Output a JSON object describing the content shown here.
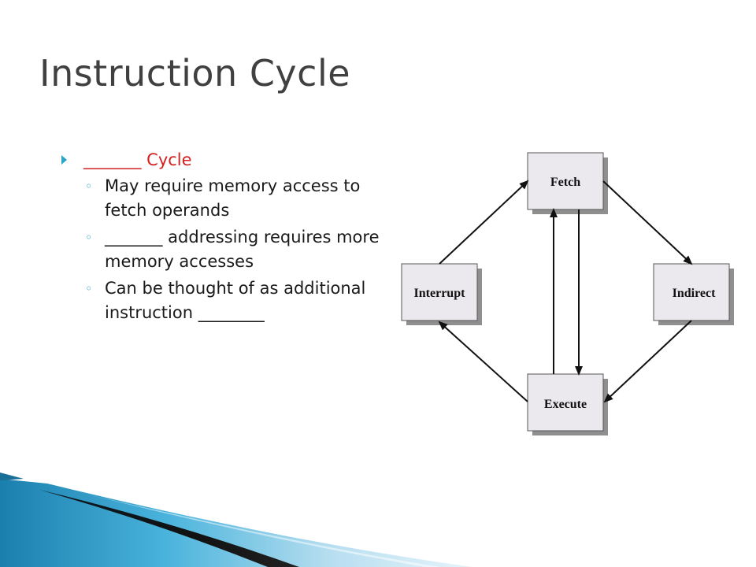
{
  "slide": {
    "title": "Instruction Cycle",
    "bullet": {
      "label": "_______ Cycle",
      "subitems": [
        "May require memory access to fetch operands",
        "_______ addressing requires more memory accesses",
        "Can be thought of as additional instruction ________"
      ]
    }
  },
  "diagram": {
    "nodes": [
      "Fetch",
      "Indirect",
      "Execute",
      "Interrupt"
    ],
    "edges": [
      {
        "from": "Fetch",
        "to": "Indirect"
      },
      {
        "from": "Indirect",
        "to": "Execute"
      },
      {
        "from": "Fetch",
        "to": "Execute"
      },
      {
        "from": "Execute",
        "to": "Fetch"
      },
      {
        "from": "Execute",
        "to": "Interrupt"
      },
      {
        "from": "Interrupt",
        "to": "Fetch"
      }
    ]
  },
  "colors": {
    "bullet_text": "#d32020",
    "bullet_marker": "#2aa6c9",
    "box_fill": "#ece9ee",
    "decor_blue": "#1f8fb8"
  }
}
